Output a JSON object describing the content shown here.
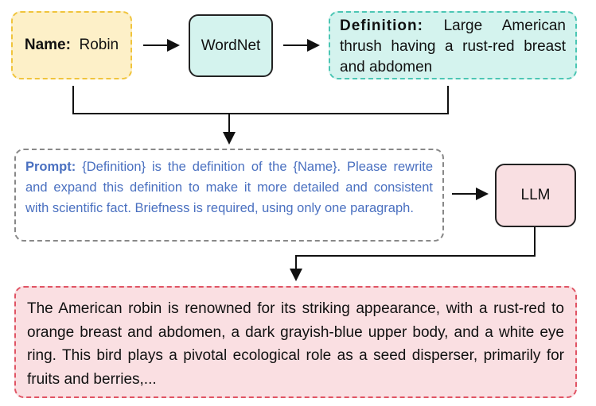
{
  "name_box": {
    "label": "Name:",
    "value": "Robin"
  },
  "wordnet_box": {
    "label": "WordNet"
  },
  "definition_box": {
    "label": "Definition:",
    "value": "Large American thrush having a rust-red breast and abdomen"
  },
  "prompt_box": {
    "label": "Prompt:",
    "value": "{Definition} is the definition of the {Name}. Please rewrite and expand this definition to make it more detailed and consistent with scientific fact. Briefness is required, using only one paragraph."
  },
  "llm_box": {
    "label": "LLM"
  },
  "output_box": {
    "value": "The American robin is renowned for its striking appearance, with a rust-red to orange breast and abdomen, a dark grayish-blue upper body, and a white eye ring. This bird plays a pivotal ecological role as a seed disperser, primarily for fruits and berries,..."
  }
}
